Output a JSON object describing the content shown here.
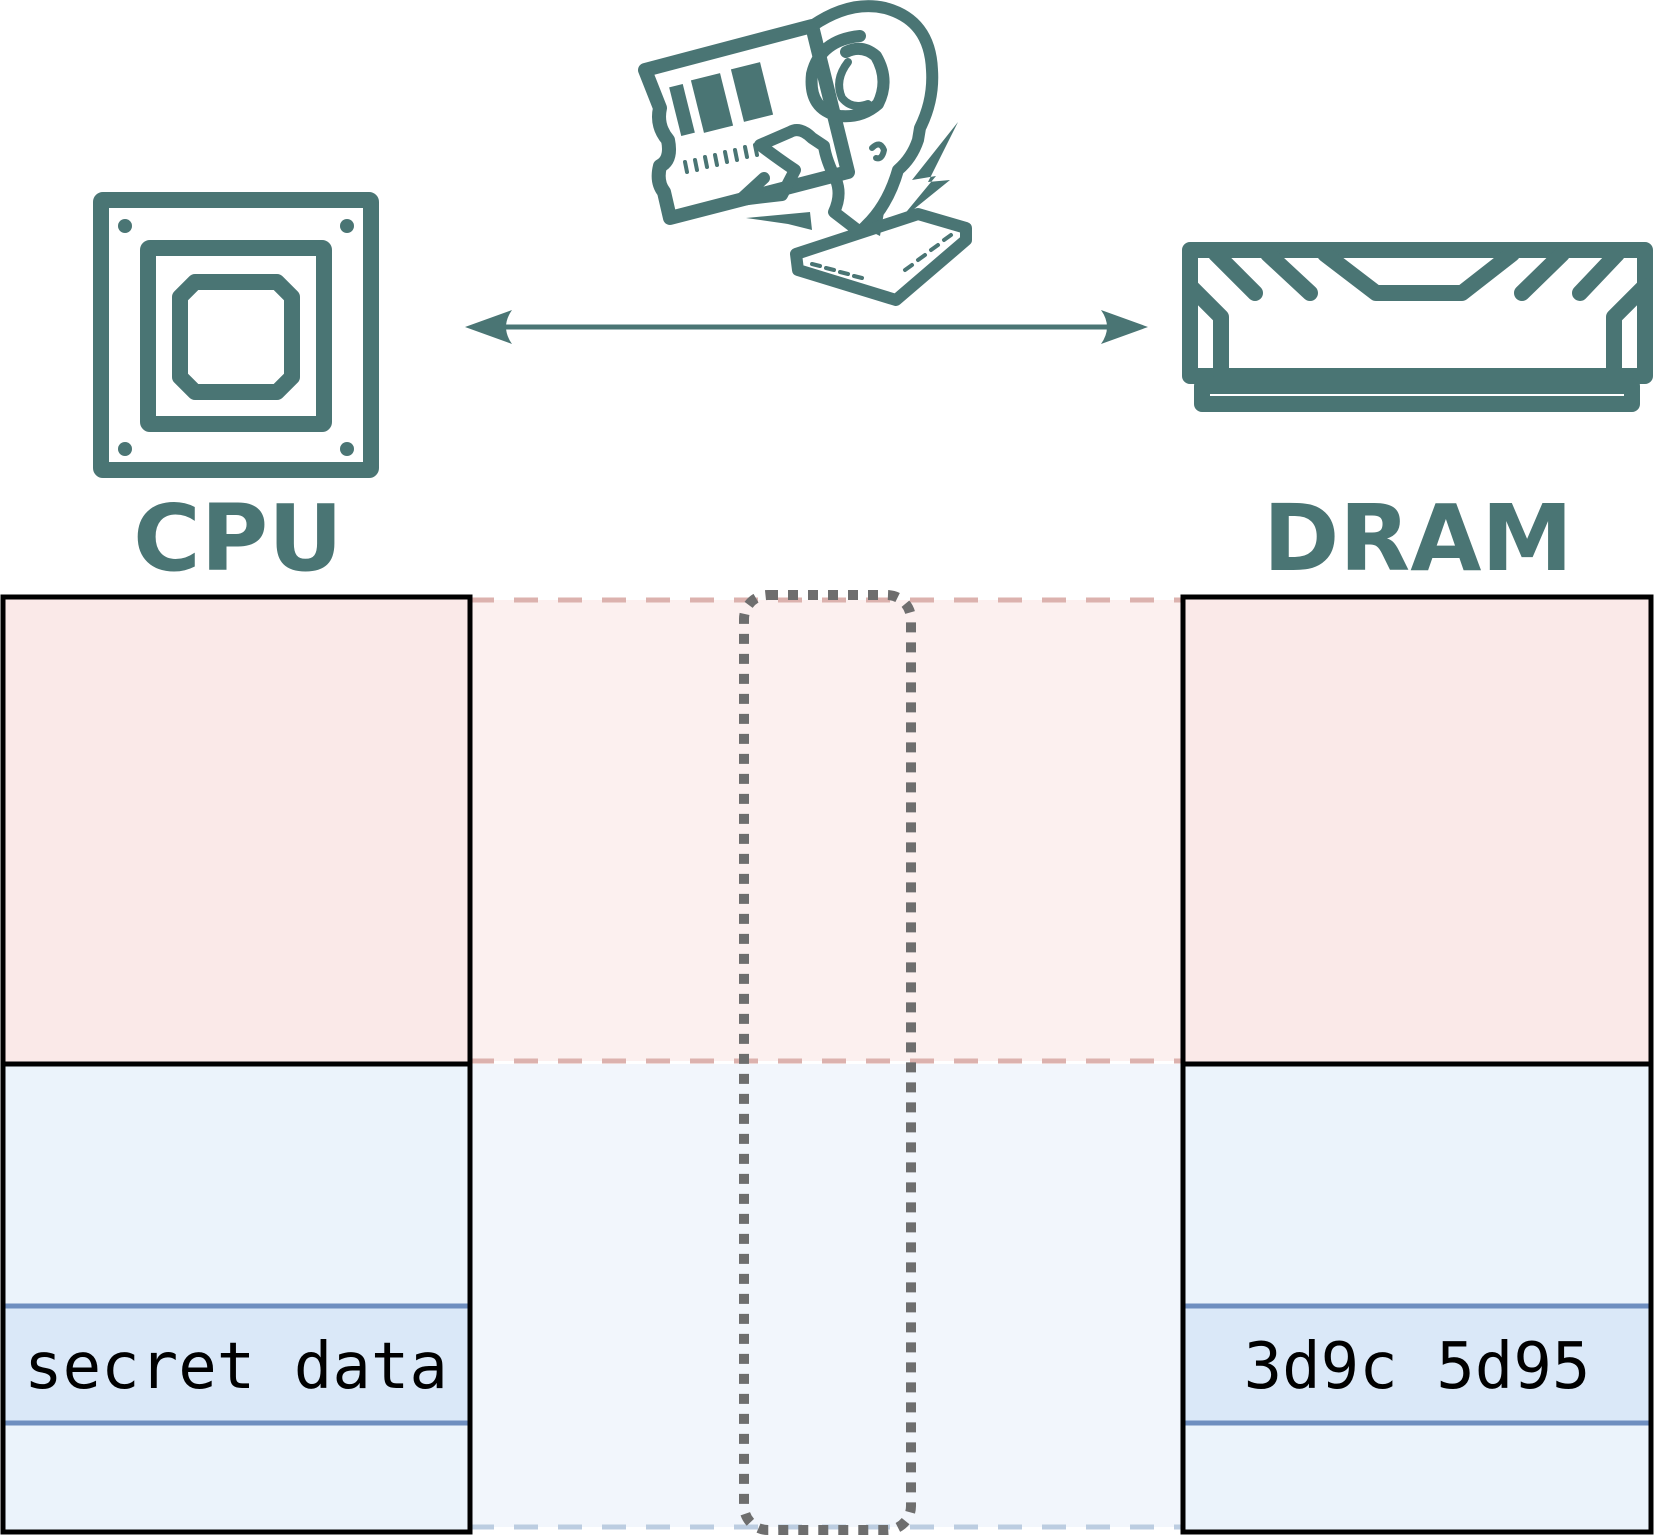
{
  "cpu": {
    "label": "CPU",
    "icon": "cpu-chip-icon"
  },
  "dram": {
    "label": "DRAM",
    "icon": "ram-module-icon"
  },
  "attacker": {
    "icon": "ram-attacking-memory-icon"
  },
  "link": {
    "icon": "bidirectional-arrow"
  },
  "cpu_cell": {
    "value": "secret data"
  },
  "dram_cell": {
    "value": "3d9c 5d95"
  },
  "colors": {
    "icon": "#4a7574",
    "top_region": "#fae9e8",
    "top_region_light": "#fcf0ef",
    "bottom_region": "#ebf3fb",
    "bottom_region_light": "#f2f6fc",
    "cell_fill": "#dae8f8",
    "cell_border": "#6e8ebf",
    "dash_red": "#dcb2ae",
    "dash_blue": "#bccde1",
    "dotted_outline": "#6e6e6e"
  }
}
